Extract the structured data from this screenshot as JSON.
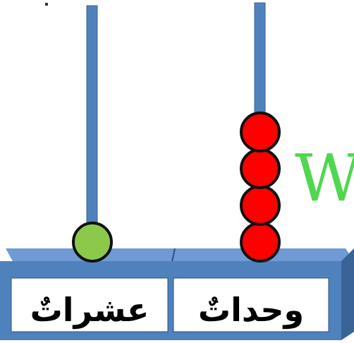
{
  "place_values": {
    "tens": {
      "label": "عشراتٌ",
      "bead_count": 1,
      "bead_color": "#8cc94a"
    },
    "units": {
      "label": "وحداتٌ",
      "bead_count": 4,
      "bead_color": "#ff0000"
    }
  },
  "overlay_letter": "W",
  "colors": {
    "rod": "#4f81bd",
    "rod_outline": "#3a6496",
    "base_top": "#6f9ad4",
    "base_front": "#4f81bd",
    "base_side": "#3a6496",
    "label_box": "#ffffff",
    "bead_outline": "#111111",
    "overlay_letter": "#4fd84f"
  }
}
